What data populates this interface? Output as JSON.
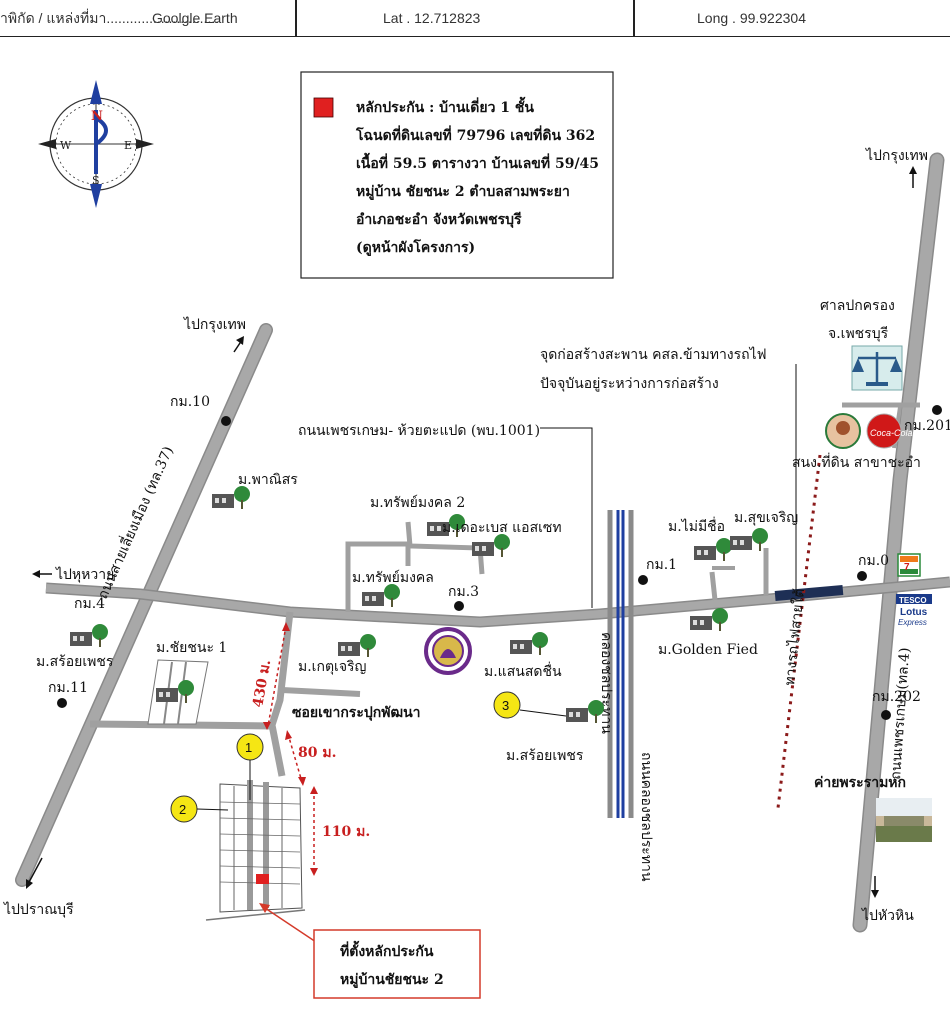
{
  "header": {
    "source_label": "ำพิกัด / แหล่งที่มา.............................",
    "source_value": "Goolgle Earth",
    "lat": "Lat . 12.712823",
    "long": "Long . 99.922304"
  },
  "compass": {
    "n": "N",
    "s": "S",
    "e": "E",
    "w": "W"
  },
  "info_box": {
    "lines": [
      "หลักประกัน :  บ้านเดี่ยว 1 ชั้น",
      "โฉนดที่ดินเลขที่ 79796  เลขที่ดิน 362",
      "เนื้อที่ 59.5 ตารางวา บ้านเลขที่ 59/45",
      "หมู่บ้าน ชัยชนะ  2 ตำบลสามพระยา",
      "อำเภอชะอำ จังหวัดเพชรบุรี",
      "(ดูหน้าผังโครงการ)"
    ],
    "marker_color": "#e02020"
  },
  "directions": {
    "bkk_top_right": "ไปกรุงเทพ",
    "bkk_left": "ไปกรุงเทพ",
    "huay": "ไปหุหวาย",
    "pranburi": "ไปปราณบุรี",
    "huahin": "ไปหัวหิน"
  },
  "roads": {
    "road37": "ถนนสายเลี่ยงเมือง (ทล.37)",
    "road4": "ถนนเพชรเกษม(ทล.4)",
    "road1001": "ถนนเพชรเกษม- ห้วยตะแปด (พบ.1001)",
    "canal": "ถนนคลองชลประทาน",
    "canal2": "คลองชลประทาน",
    "railway": "ทางรถไฟสายใต้",
    "soi": "ซอยเขากระปุกพัฒนา"
  },
  "km": {
    "k10": "กม.10",
    "k4": "กม.4",
    "k11": "กม.11",
    "k3": "กม.3",
    "k1": "กม.1",
    "k0": "กม.0",
    "k201": "กม.201",
    "k202": "กม.202"
  },
  "places": {
    "court_title": "ศาลปกครอง",
    "court_sub": "จ.เพชรบุรี",
    "bridge_1": "จุดก่อสร้างสะพาน คสล.ข้ามทางรถไฟ",
    "bridge_2": "ปัจจุบันอยู่ระหว่างการก่อสร้าง",
    "land_office": "สนง.ที่ดิน สาขาชะอำ",
    "camp": "ค่ายพระรามหก",
    "tesco_1": "TESCO",
    "tesco_2": "Lotus",
    "tesco_3": "Express"
  },
  "villages": {
    "phanisorn": "ม.พาณิสร",
    "sapmongkol2": "ม.ทรัพย์มงคล 2",
    "thebase": "ม.เดอะเบส แอสเซท",
    "sapmongkol": "ม.ทรัพย์มงคล",
    "maimeechue": "ม.ไม่มีชื่อ",
    "sukcharoen": "ม.สุขเจริญ",
    "soipetch_left": "ม.สร้อยเพชร",
    "chaichana1": "ม.ชัยชนะ 1",
    "kedcharoen": "ม.เกตุเจริญ",
    "saensuk": "ม.แสนสดชื่น",
    "goldenfied": "ม.Golden Fied",
    "soipetch_right": "ม.สร้อยเพชร"
  },
  "distances": {
    "d430": "430 ม.",
    "d80": "80 ม.",
    "d110": "110 ม."
  },
  "markers": {
    "m1": "1",
    "m2": "2",
    "m3": "3"
  },
  "location_box": {
    "line1": "ที่ตั้งหลักประกัน",
    "line2": "หมู่บ้านชัยชนะ 2"
  },
  "colors": {
    "road": "#a8a8a8",
    "road_stroke": "#8a8a8a",
    "canal_blue": "#1f3fa0",
    "railway": "#8b1a1a",
    "marker_yellow": "#f5e614",
    "callout_red": "#d43a2a",
    "dot": "#111111"
  }
}
